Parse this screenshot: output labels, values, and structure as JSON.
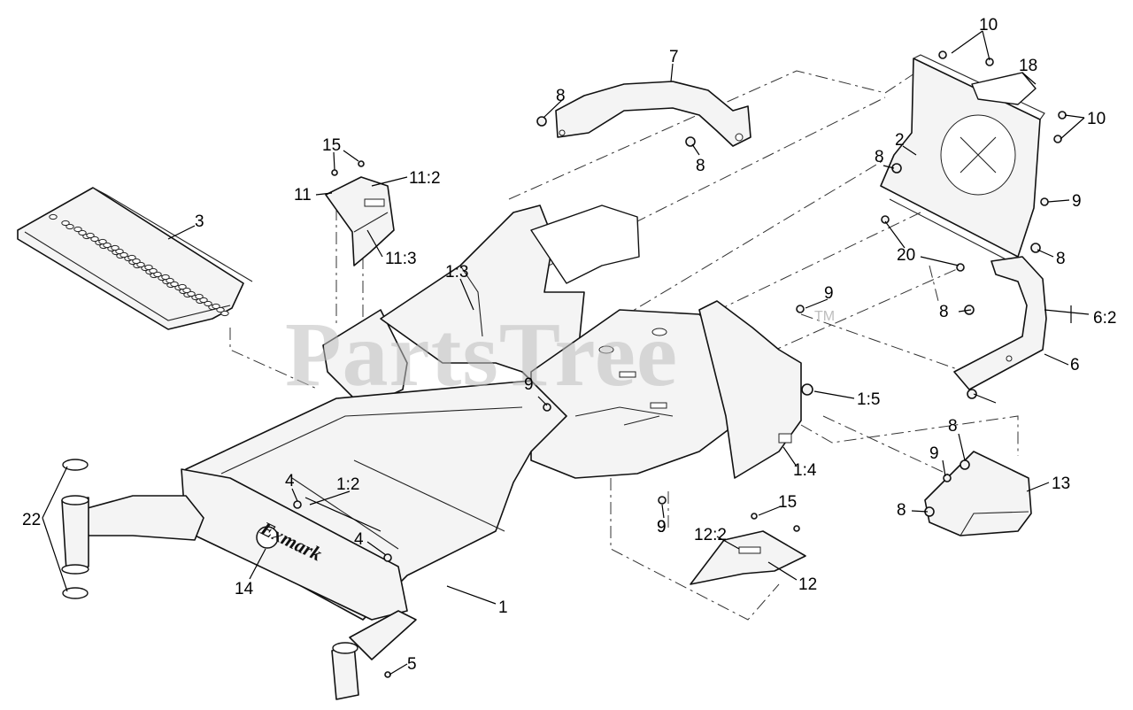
{
  "watermark": {
    "text": "PartsTree",
    "trademark": "TM"
  },
  "logo": {
    "text": "Exmark"
  },
  "callouts": [
    "10",
    "18",
    "10",
    "7",
    "8",
    "8",
    "2",
    "8",
    "9",
    "15",
    "11:2",
    "11",
    "11:3",
    "3",
    "1:3",
    "20",
    "8",
    "9",
    "8",
    "6:2",
    "6",
    "9",
    "1:5",
    "8",
    "9",
    "1:4",
    "9",
    "13",
    "8",
    "4",
    "1:2",
    "22",
    "4",
    "14",
    "1",
    "15",
    "12:2",
    "12",
    "9",
    "5"
  ]
}
